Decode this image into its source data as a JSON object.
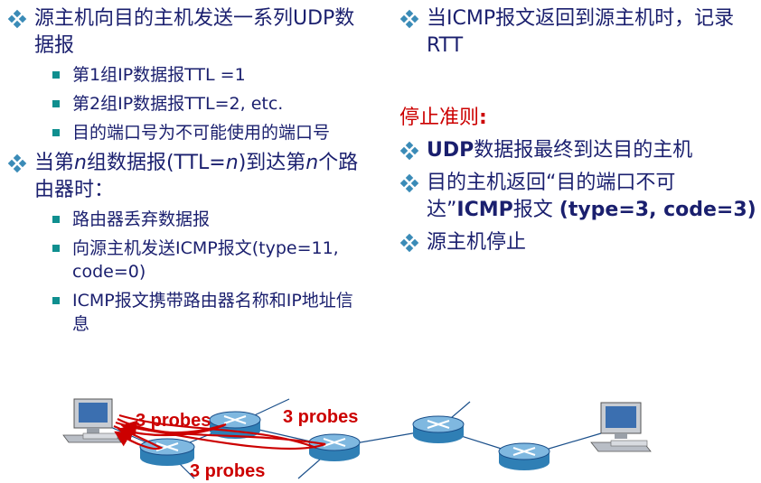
{
  "left": {
    "b1": "源主机向目的主机发送一系列UDP数据报",
    "b1_sub": [
      "第1组IP数据报TTL =1",
      "第2组IP数据报TTL=2, etc.",
      "目的端口号为不可能使用的端口号"
    ],
    "b2_a": "当第",
    "b2_n1": "n",
    "b2_b": "组数据报(TTL=",
    "b2_n2": "n",
    "b2_c": ")到达第",
    "b2_n3": "n",
    "b2_d": "个路由器时：",
    "b2_sub": [
      "路由器丢弃数据报",
      "向源主机发送ICMP报文(type=11, code=0)",
      "ICMP报文携带路由器名称和IP地址信息"
    ]
  },
  "right": {
    "b1": "当ICMP报文返回到源主机时，记录RTT",
    "stop_title": "停止准则",
    "stop_colon": ":",
    "s1_bold": "UDP",
    "s1_rest": "数据报最终到达目的主机",
    "s2_a": "目的主机返回“目的端口不可达”",
    "s2_bold1": "ICMP",
    "s2_b": "报文 ",
    "s2_bold2": "(type=3, code=3)",
    "s3": "源主机停止"
  },
  "diagram": {
    "probe_label_1": "3 probes",
    "probe_label_2": "3 probes",
    "probe_label_3": "3 probes"
  },
  "colors": {
    "text": "#1a1f6e",
    "bullet_diamond": "#3a8bb7",
    "bullet_square": "#0f8f8f",
    "red": "#cc0000",
    "router_fill": "#2f7fb5"
  }
}
